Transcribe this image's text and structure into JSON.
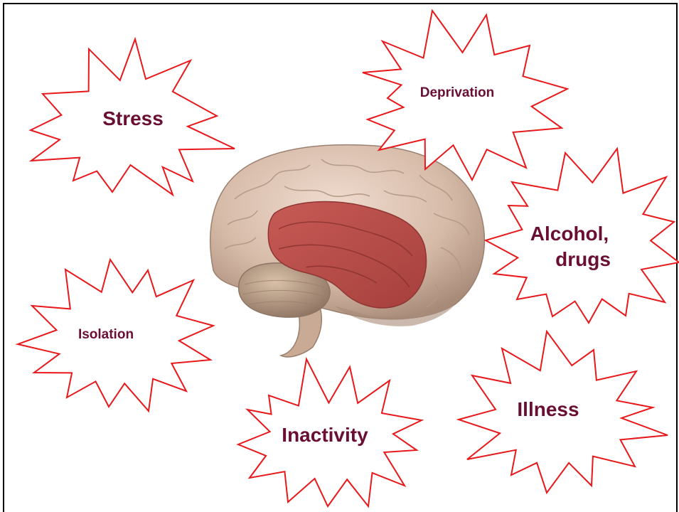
{
  "bursts": [
    {
      "id": "stress",
      "label": "Stress"
    },
    {
      "id": "deprivation",
      "label": "Deprivation"
    },
    {
      "id": "alcohol",
      "label": "Alcohol,",
      "label2": "drugs"
    },
    {
      "id": "isolation",
      "label": "Isolation"
    },
    {
      "id": "inactivity",
      "label": "Inactivity"
    },
    {
      "id": "illness",
      "label": "Illness"
    }
  ],
  "colors": {
    "burst_stroke": "#e8181b",
    "label_text": "#6a0f33",
    "brain_tissue": "#d9bfae",
    "highlight_region": "#b84b48"
  },
  "image": {
    "subject": "brain-with-highlighted-temporal-lobe"
  }
}
